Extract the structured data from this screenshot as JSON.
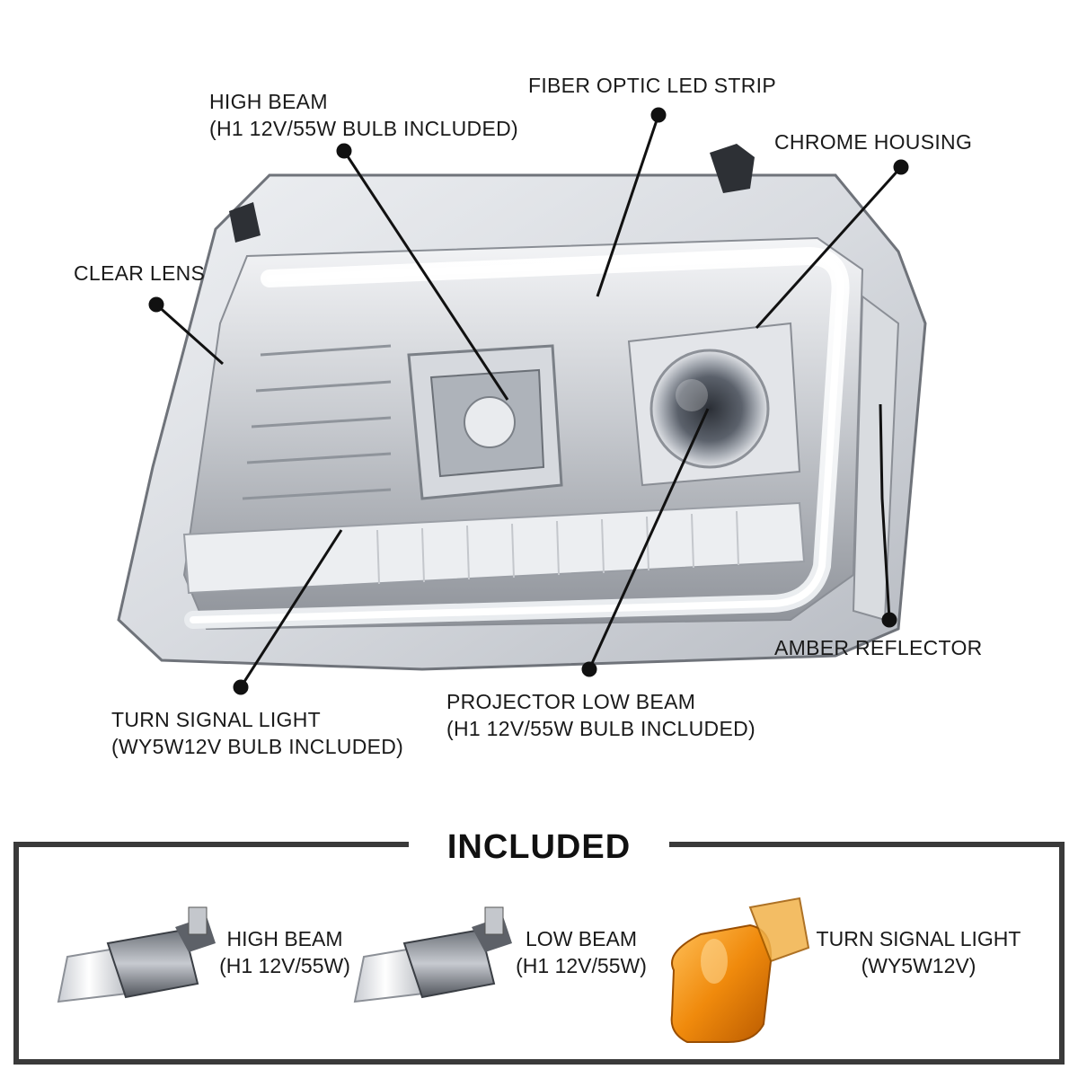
{
  "callouts": {
    "high_beam": {
      "line1": "HIGH BEAM",
      "line2": "(H1 12V/55W BULB INCLUDED)"
    },
    "fiber_optic": {
      "line1": "FIBER OPTIC LED STRIP"
    },
    "chrome_housing": {
      "line1": "CHROME HOUSING"
    },
    "clear_lens": {
      "line1": "CLEAR LENS"
    },
    "amber_reflector": {
      "line1": "AMBER REFLECTOR"
    },
    "turn_signal": {
      "line1": "TURN SIGNAL LIGHT",
      "line2": "(WY5W12V BULB INCLUDED)"
    },
    "projector_low_beam": {
      "line1": "PROJECTOR LOW BEAM",
      "line2": "(H1 12V/55W BULB INCLUDED)"
    }
  },
  "included": {
    "title": "INCLUDED",
    "items": [
      {
        "line1": "HIGH BEAM",
        "line2": "(H1 12V/55W)",
        "icon": "h1-bulb-icon"
      },
      {
        "line1": "LOW BEAM",
        "line2": "(H1 12V/55W)",
        "icon": "h1-bulb-icon"
      },
      {
        "line1": "TURN SIGNAL LIGHT",
        "line2": "(WY5W12V)",
        "icon": "amber-wedge-bulb-icon"
      }
    ]
  },
  "colors": {
    "frame": "#3a3a3a",
    "leader_line": "#111111",
    "amber_bulb": "#e8870a"
  }
}
